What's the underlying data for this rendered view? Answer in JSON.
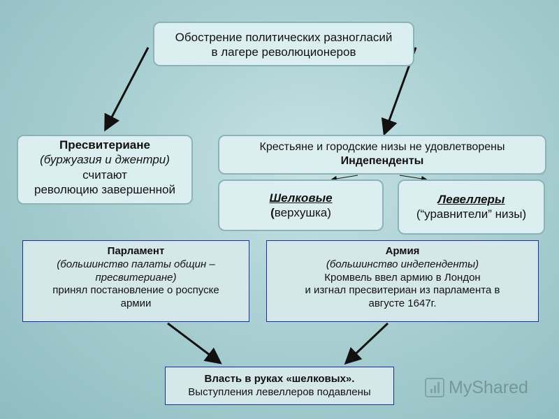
{
  "top": {
    "line1": "Обострение политических разногласий",
    "line2": "в лагере революционеров"
  },
  "presbyterians": {
    "title": "Пресвитериане",
    "subtitle": "(буржуазия и джентри)",
    "line3": "считают",
    "line4": "революцию завершенной"
  },
  "peasants": {
    "line1": "Крестьяне и городские низы не удовлетворены",
    "line2": "Индепенденты"
  },
  "silk": {
    "title": "Шелковые",
    "note_bracket": "(",
    "note": "верхушка)"
  },
  "levellers": {
    "title": "Левеллеры",
    "note": "(“уравнители” низы)"
  },
  "parliament": {
    "title": "Парламент",
    "line2": "(большинство палаты общин –",
    "line3": "пресвитериане)",
    "line4": "принял постановление о роспуске",
    "line5": "армии"
  },
  "army": {
    "title": "Армия",
    "line2": "(большинство индепенденты)",
    "line3": "Кромвель ввел армию в Лондон",
    "line4": "и изгнал пресвитериан из парламента в",
    "line5": "августе 1647г."
  },
  "power": {
    "line1": "Власть в руках «шелковых».",
    "line2": "Выступления левеллеров подавлены"
  },
  "watermark": {
    "text": "MyShared"
  },
  "colors": {
    "box_fill": "#dbeef0",
    "box_border": "#8cb4b8",
    "rect_border": "#1b2da8",
    "arrow": "#111111",
    "background": "#a9d0d2"
  }
}
